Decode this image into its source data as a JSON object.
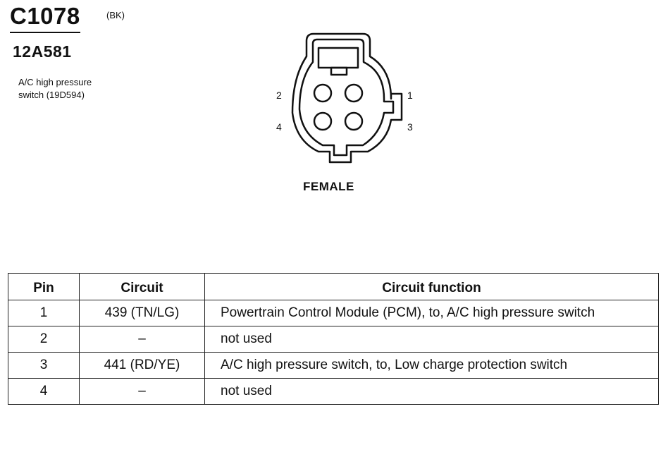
{
  "header": {
    "connector_id": "C1078",
    "color_code": "(BK)",
    "part_number": "12A581",
    "description_line1": "A/C high pressure",
    "description_line2": "switch (19D594)"
  },
  "connector": {
    "pin_labels": [
      "1",
      "2",
      "3",
      "4"
    ],
    "face": "FEMALE"
  },
  "table": {
    "headers": [
      "Pin",
      "Circuit",
      "Circuit function"
    ],
    "rows": [
      {
        "pin": "1",
        "circuit": "439 (TN/LG)",
        "function": "Powertrain Control Module (PCM), to, A/C high pressure switch"
      },
      {
        "pin": "2",
        "circuit": "–",
        "function": "not used"
      },
      {
        "pin": "3",
        "circuit": "441 (RD/YE)",
        "function": "A/C high pressure switch, to, Low charge protection switch"
      },
      {
        "pin": "4",
        "circuit": "–",
        "function": "not used"
      }
    ]
  }
}
